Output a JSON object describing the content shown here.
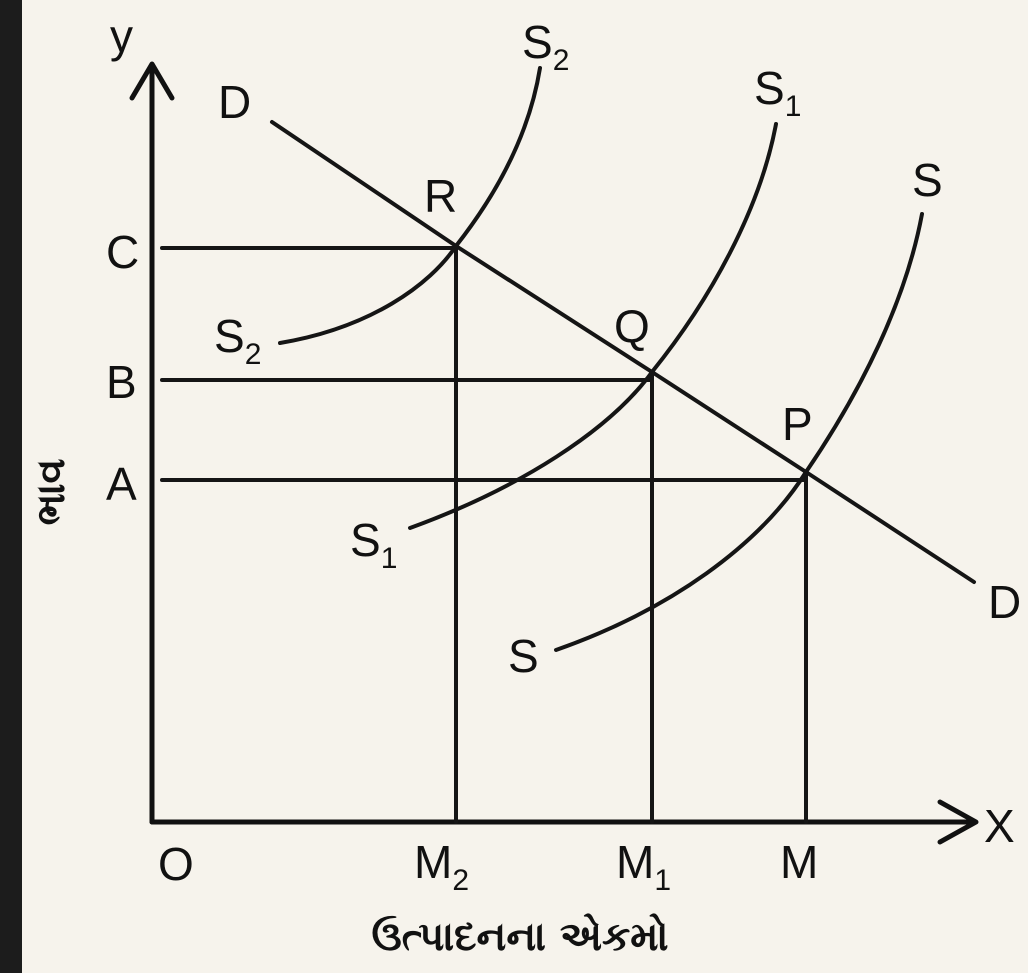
{
  "figure": {
    "axis_x_letter": "X",
    "axis_y_letter": "y",
    "origin": "O",
    "y_axis_title": "ભાવ",
    "x_axis_title": "ઉત્પાદનના એકમો"
  },
  "price_labels": {
    "c": "C",
    "b": "B",
    "a": "A"
  },
  "quantity_labels": {
    "m2": {
      "base": "M",
      "sub": "2"
    },
    "m1": {
      "base": "M",
      "sub": "1"
    },
    "m": {
      "base": "M",
      "sub": ""
    }
  },
  "demand_curve": {
    "top_label": "D",
    "bottom_label": "D"
  },
  "supply_curves": {
    "s2": {
      "base": "S",
      "sub": "2"
    },
    "s1": {
      "base": "S",
      "sub": "1"
    },
    "s": {
      "base": "S",
      "sub": ""
    }
  },
  "equilibrium_points": {
    "r": "R",
    "q": "Q",
    "p": "P"
  },
  "colors": {
    "ink": "#151515",
    "paper": "#f6f3ec",
    "edge": "#1c1c1c"
  }
}
